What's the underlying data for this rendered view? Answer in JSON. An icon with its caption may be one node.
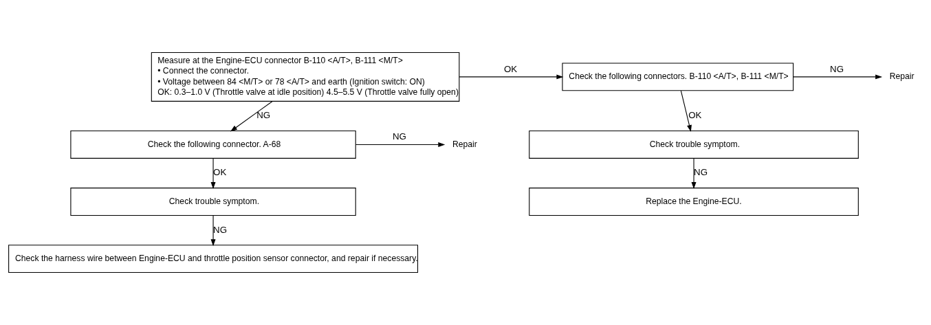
{
  "diagram": {
    "nodes": [
      {
        "text": [
          "Measure at the Engine-ECU connector B-110 <A/T>, B-111 <M/T>",
          "• Connect the connector.",
          "• Voltage between 84 <M/T> or 78 <A/T> and earth (Ignition switch: ON)",
          "OK: 0.3–1.0 V (Throttle valve at idle position) 4.5–5.5 V (Throttle valve fully open)"
        ]
      },
      {
        "text": [
          "Check the following connectors. B-110 <A/T>, B-111 <M/T>"
        ]
      },
      {
        "text": [
          "Repair"
        ]
      },
      {
        "text": [
          "Check trouble symptom."
        ]
      },
      {
        "text": [
          "Replace the Engine-ECU."
        ]
      },
      {
        "text": [
          "Check the following connector. A-68"
        ]
      },
      {
        "text": [
          "Repair"
        ]
      },
      {
        "text": [
          "Check trouble symptom."
        ]
      },
      {
        "text": [
          "Check the harness wire between Engine-ECU and throttle position sensor connector, and repair if necessary."
        ]
      }
    ],
    "edges": [
      {
        "from": 0,
        "to": 1,
        "arrow": "to",
        "label": "OK"
      },
      {
        "from": 1,
        "to": 2,
        "arrow": "to",
        "label": "NG"
      },
      {
        "from": 1,
        "to": 3,
        "arrow": "to",
        "label": "OK"
      },
      {
        "from": 3,
        "to": 4,
        "arrow": "to",
        "label": "NG"
      },
      {
        "from": 0,
        "to": 5,
        "arrow": "to",
        "label": "NG"
      },
      {
        "from": 5,
        "to": 6,
        "arrow": "to",
        "label": "NG"
      },
      {
        "from": 5,
        "to": 7,
        "arrow": "to",
        "label": "OK"
      },
      {
        "from": 7,
        "to": 8,
        "arrow": "to",
        "label": "NG"
      }
    ]
  }
}
